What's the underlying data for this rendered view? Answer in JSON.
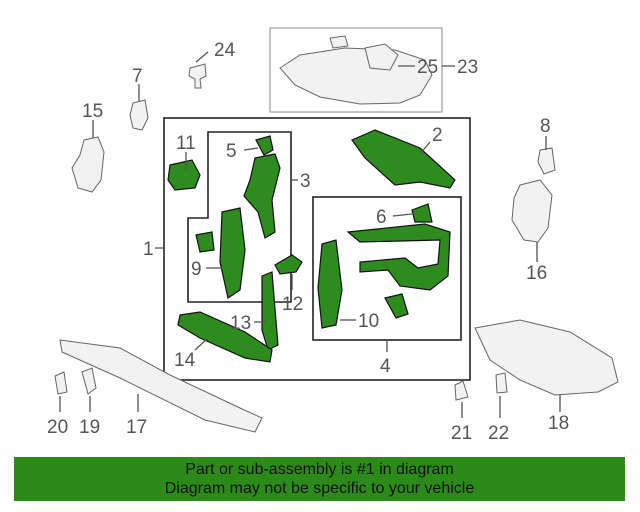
{
  "callouts": {
    "c1": "1",
    "c2": "2",
    "c3": "3",
    "c4": "4",
    "c5": "5",
    "c6": "6",
    "c7": "7",
    "c8": "8",
    "c9": "9",
    "c10": "10",
    "c11": "11",
    "c12": "12",
    "c13": "13",
    "c14": "14",
    "c15": "15",
    "c16": "16",
    "c17": "17",
    "c18": "18",
    "c19": "19",
    "c20": "20",
    "c21": "21",
    "c22": "22",
    "c23": "23",
    "c24": "24",
    "c25": "25"
  },
  "banner": {
    "line1": "Part or sub-assembly is #1 in diagram",
    "line2": "Diagram may not be specific to your vehicle",
    "color": "#2c8a18"
  },
  "colors": {
    "part": "#2e8b1e",
    "callout": "#555555"
  }
}
